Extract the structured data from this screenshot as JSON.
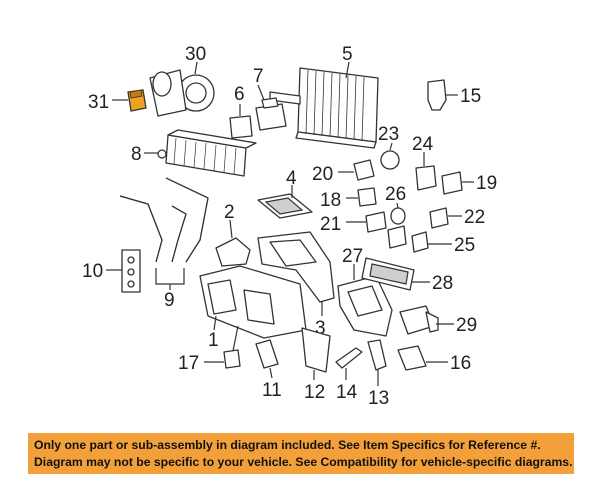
{
  "callouts": {
    "c1": "1",
    "c2": "2",
    "c3": "3",
    "c4": "4",
    "c5": "5",
    "c6": "6",
    "c7": "7",
    "c8": "8",
    "c9": "9",
    "c10": "10",
    "c11": "11",
    "c12": "12",
    "c13": "13",
    "c14": "14",
    "c15": "15",
    "c16": "16",
    "c17": "17",
    "c18": "18",
    "c19": "19",
    "c20": "20",
    "c21": "21",
    "c22": "22",
    "c23": "23",
    "c24": "24",
    "c25": "25",
    "c26": "26",
    "c27": "27",
    "c28": "28",
    "c29": "29",
    "c30": "30",
    "c31": "31"
  },
  "highlight_color": "#f0a020",
  "footer": {
    "line1": "Only one part or sub-assembly in diagram included. See Item Specifics for Reference #.",
    "line2": "Diagram may not be specific to your vehicle. See Compatibility for vehicle-specific diagrams.",
    "background": "#f3a03a"
  }
}
